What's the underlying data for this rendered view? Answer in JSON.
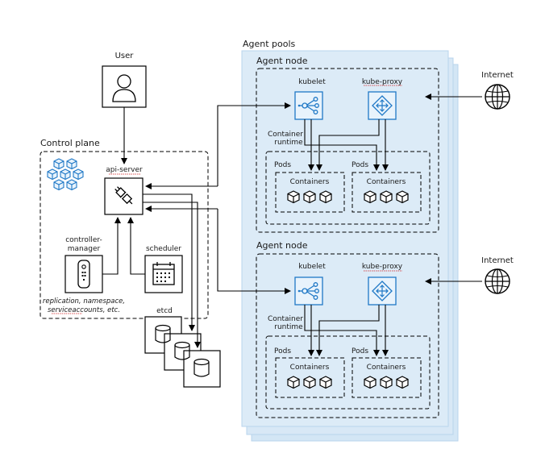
{
  "user": {
    "label": "User"
  },
  "control_plane": {
    "label": "Control plane",
    "api_server": "api-server",
    "controller_manager": [
      "controller-",
      "manager"
    ],
    "scheduler": "scheduler",
    "controllers_note": [
      "replication, namespace,",
      "serviceaccounts, etc."
    ],
    "etcd": "etcd"
  },
  "agent_pools": {
    "label": "Agent pools",
    "nodes": [
      {
        "label": "Agent node",
        "kubelet": "kubelet",
        "kube_proxy": "kube-proxy",
        "container_runtime": [
          "Container",
          "runtime"
        ],
        "pods": [
          {
            "label": "Pods",
            "containers": "Containers"
          },
          {
            "label": "Pods",
            "containers": "Containers"
          }
        ],
        "internet": "Internet"
      },
      {
        "label": "Agent node",
        "kubelet": "kubelet",
        "kube_proxy": "kube-proxy",
        "container_runtime": [
          "Container",
          "runtime"
        ],
        "pods": [
          {
            "label": "Pods",
            "containers": "Containers"
          },
          {
            "label": "Pods",
            "containers": "Containers"
          }
        ],
        "internet": "Internet"
      }
    ]
  },
  "colors": {
    "pool_fill": "#dcebf7",
    "pool_stroke": "#b9d4ec",
    "icon_fill": "#e8f3fc",
    "icon_stroke": "#1f78c6",
    "line": "#000000"
  }
}
